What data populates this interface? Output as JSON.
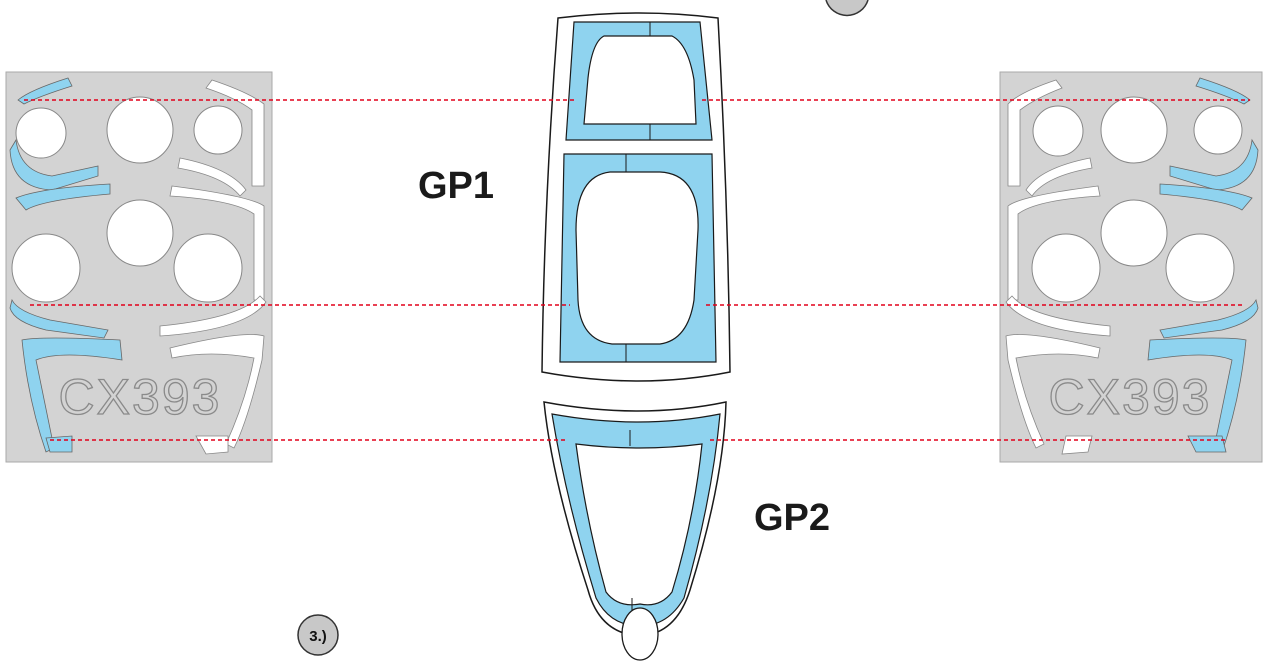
{
  "labels": {
    "part_upper": "GP1",
    "part_lower": "GP2",
    "step": "3.)"
  },
  "mask_sheet": {
    "code": "CX393"
  },
  "colors": {
    "mask_blue": "#8fd3ef",
    "sheet_gray": "#d3d3d3",
    "leader_red": "#e2001a",
    "outline": "#1a1a1a",
    "badge_fill": "#c8c8c8"
  }
}
